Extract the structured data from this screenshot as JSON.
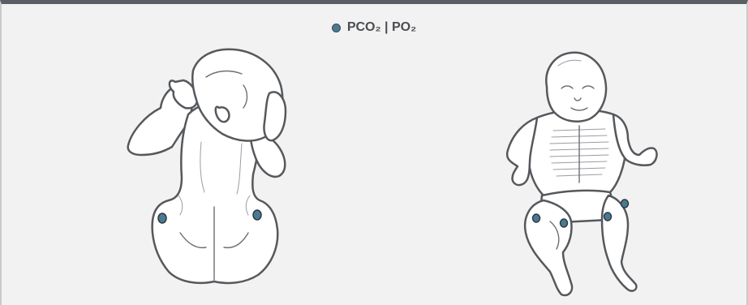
{
  "legend": {
    "label": "PCO₂ | PO₂",
    "marker_color": "#4a7a92"
  },
  "figures": {
    "back_view": {
      "sensors": [
        {
          "name": "sensor-left-thigh-back"
        },
        {
          "name": "sensor-right-thigh-back"
        }
      ]
    },
    "front_view": {
      "sensors": [
        {
          "name": "sensor-left-thigh-upper"
        },
        {
          "name": "sensor-left-thigh-lower"
        },
        {
          "name": "sensor-right-thigh-upper"
        },
        {
          "name": "sensor-right-thigh-lower"
        }
      ]
    }
  },
  "colors": {
    "frame_background": "#f2f2f2",
    "frame_top_border": "#5b5e62",
    "outline": "#55585c",
    "sensor": "#4a7a92"
  }
}
